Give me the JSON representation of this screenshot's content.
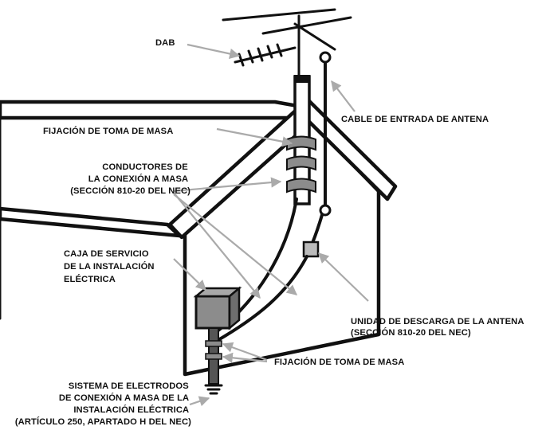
{
  "labels": {
    "dab": "DAB",
    "cable_entrada": "CABLE DE ENTRADA DE ANTENA",
    "fijacion_superior": "FIJACIÓN DE TOMA DE MASA",
    "conductores": [
      "CONDUCTORES DE",
      "LA CONEXIÓN A MASA",
      "(SECCIÓN 810-20 DEL NEC)"
    ],
    "caja_servicio": [
      "CAJA DE SERVICIO",
      "DE LA INSTALACIÓN",
      "ELÉCTRICA"
    ],
    "unidad_descarga": [
      "UNIDAD DE DESCARGA DE LA ANTENA",
      "(SECCIÓN 810-20 DEL NEC)"
    ],
    "fijacion_inferior": "FIJACIÓN DE TOMA DE MASA",
    "sistema_electrodos": [
      "SISTEMA DE ELECTRODOS",
      "DE CONEXIÓN A MASA DE LA",
      "INSTALACIÓN ELÉCTRICA",
      "(ARTÍCULO 250, APARTADO H DEL NEC)"
    ]
  },
  "colors": {
    "line": "#111111",
    "arrow": "#aaaaaa",
    "equipment": "#8c8c8c",
    "background": "#ffffff"
  }
}
